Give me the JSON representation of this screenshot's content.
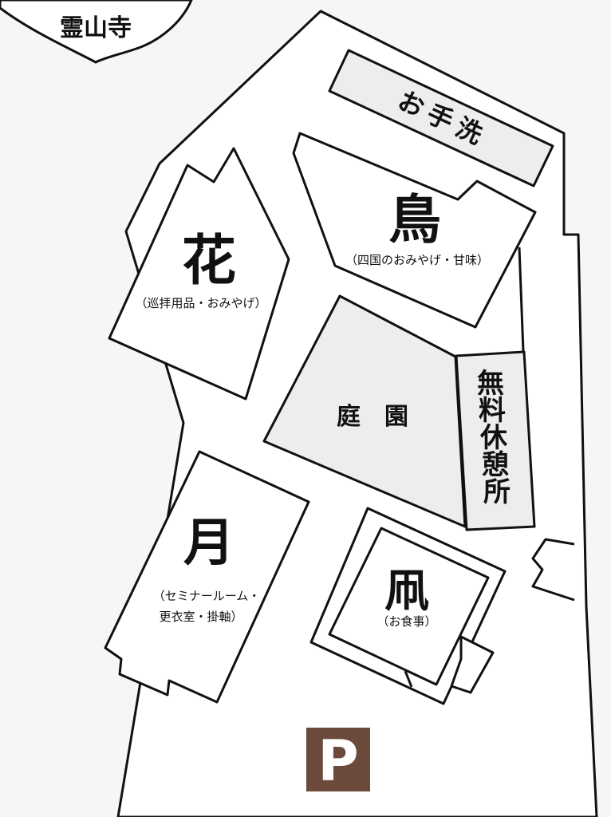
{
  "map": {
    "temple": {
      "label": "霊山寺"
    },
    "restroom": {
      "label": "お手洗"
    },
    "shop_tori": {
      "char": "鳥",
      "desc": "（四国のおみやげ・甘味）"
    },
    "shop_hana": {
      "char": "花",
      "desc": "（巡拝用品・おみやげ）"
    },
    "garden": {
      "label": "庭　園"
    },
    "rest_area": {
      "lines": [
        "無",
        "料",
        "休",
        "憩",
        "所"
      ]
    },
    "hall_tsuki": {
      "char": "月",
      "desc_line1": "（セミナールーム・",
      "desc_line2": "更衣室・掛軸）"
    },
    "restaurant_kaze": {
      "char": "凧",
      "desc": "（お食事）"
    },
    "parking": {
      "label": "P",
      "color": "#6b4a3c"
    }
  }
}
